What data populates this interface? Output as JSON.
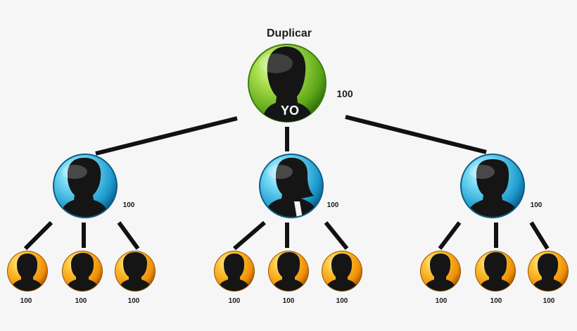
{
  "diagram": {
    "title": "Duplicar",
    "colors": {
      "root": "#7cc23a",
      "level1": "#27b2de",
      "level2": "#f5a20d",
      "connector": "#111111"
    },
    "root": {
      "label": "YO",
      "value": "100"
    },
    "level1": [
      {
        "value": "100",
        "children": [
          {
            "value": "100"
          },
          {
            "value": "100"
          },
          {
            "value": "100"
          }
        ]
      },
      {
        "value": "100",
        "children": [
          {
            "value": "100"
          },
          {
            "value": "100"
          },
          {
            "value": "100"
          }
        ]
      },
      {
        "value": "100",
        "children": [
          {
            "value": "100"
          },
          {
            "value": "100"
          },
          {
            "value": "100"
          }
        ]
      }
    ]
  }
}
